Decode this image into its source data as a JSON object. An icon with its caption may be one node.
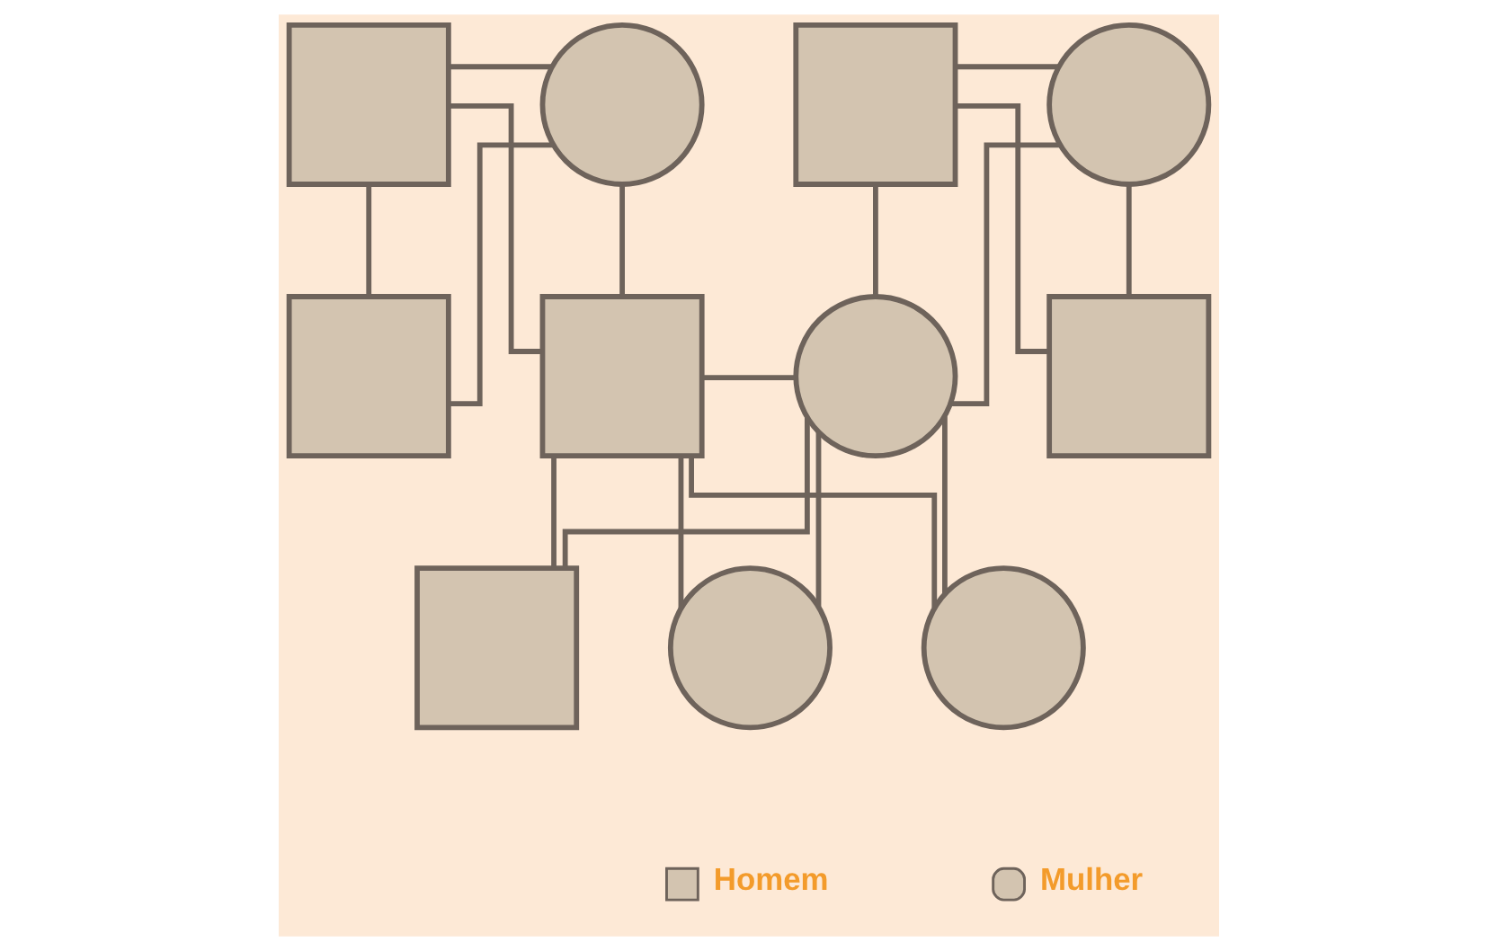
{
  "diagram": {
    "nodes": [
      {
        "text": [],
        "shape": "box"
      },
      {
        "text": [],
        "shape": "circle"
      },
      {
        "text": [],
        "shape": "box"
      },
      {
        "text": [],
        "shape": "circle"
      },
      {
        "text": [],
        "shape": "box"
      },
      {
        "text": [],
        "shape": "box"
      },
      {
        "text": [],
        "shape": "circle"
      },
      {
        "text": [],
        "shape": "box"
      },
      {
        "text": [],
        "shape": "box"
      },
      {
        "text": [],
        "shape": "circle"
      },
      {
        "text": [],
        "shape": "circle"
      }
    ],
    "edges": [
      {
        "from": 0,
        "to": 1,
        "arrow": "none"
      },
      {
        "from": 0,
        "to": 4,
        "arrow": "none"
      },
      {
        "from": 1,
        "to": 4,
        "arrow": "none"
      },
      {
        "from": 0,
        "to": 5,
        "arrow": "none"
      },
      {
        "from": 1,
        "to": 5,
        "arrow": "none"
      },
      {
        "from": 2,
        "to": 3,
        "arrow": "none"
      },
      {
        "from": 2,
        "to": 6,
        "arrow": "none"
      },
      {
        "from": 3,
        "to": 6,
        "arrow": "none"
      },
      {
        "from": 2,
        "to": 7,
        "arrow": "none"
      },
      {
        "from": 3,
        "to": 7,
        "arrow": "none"
      },
      {
        "from": 5,
        "to": 6,
        "arrow": "none"
      },
      {
        "from": 5,
        "to": 8,
        "arrow": "none"
      },
      {
        "from": 6,
        "to": 8,
        "arrow": "none"
      },
      {
        "from": 5,
        "to": 9,
        "arrow": "none"
      },
      {
        "from": 6,
        "to": 9,
        "arrow": "none"
      },
      {
        "from": 5,
        "to": 10,
        "arrow": "none"
      },
      {
        "from": 6,
        "to": 10,
        "arrow": "none"
      }
    ],
    "legend": [
      {
        "text": "Homem"
      },
      {
        "text": "Mulher"
      }
    ]
  }
}
